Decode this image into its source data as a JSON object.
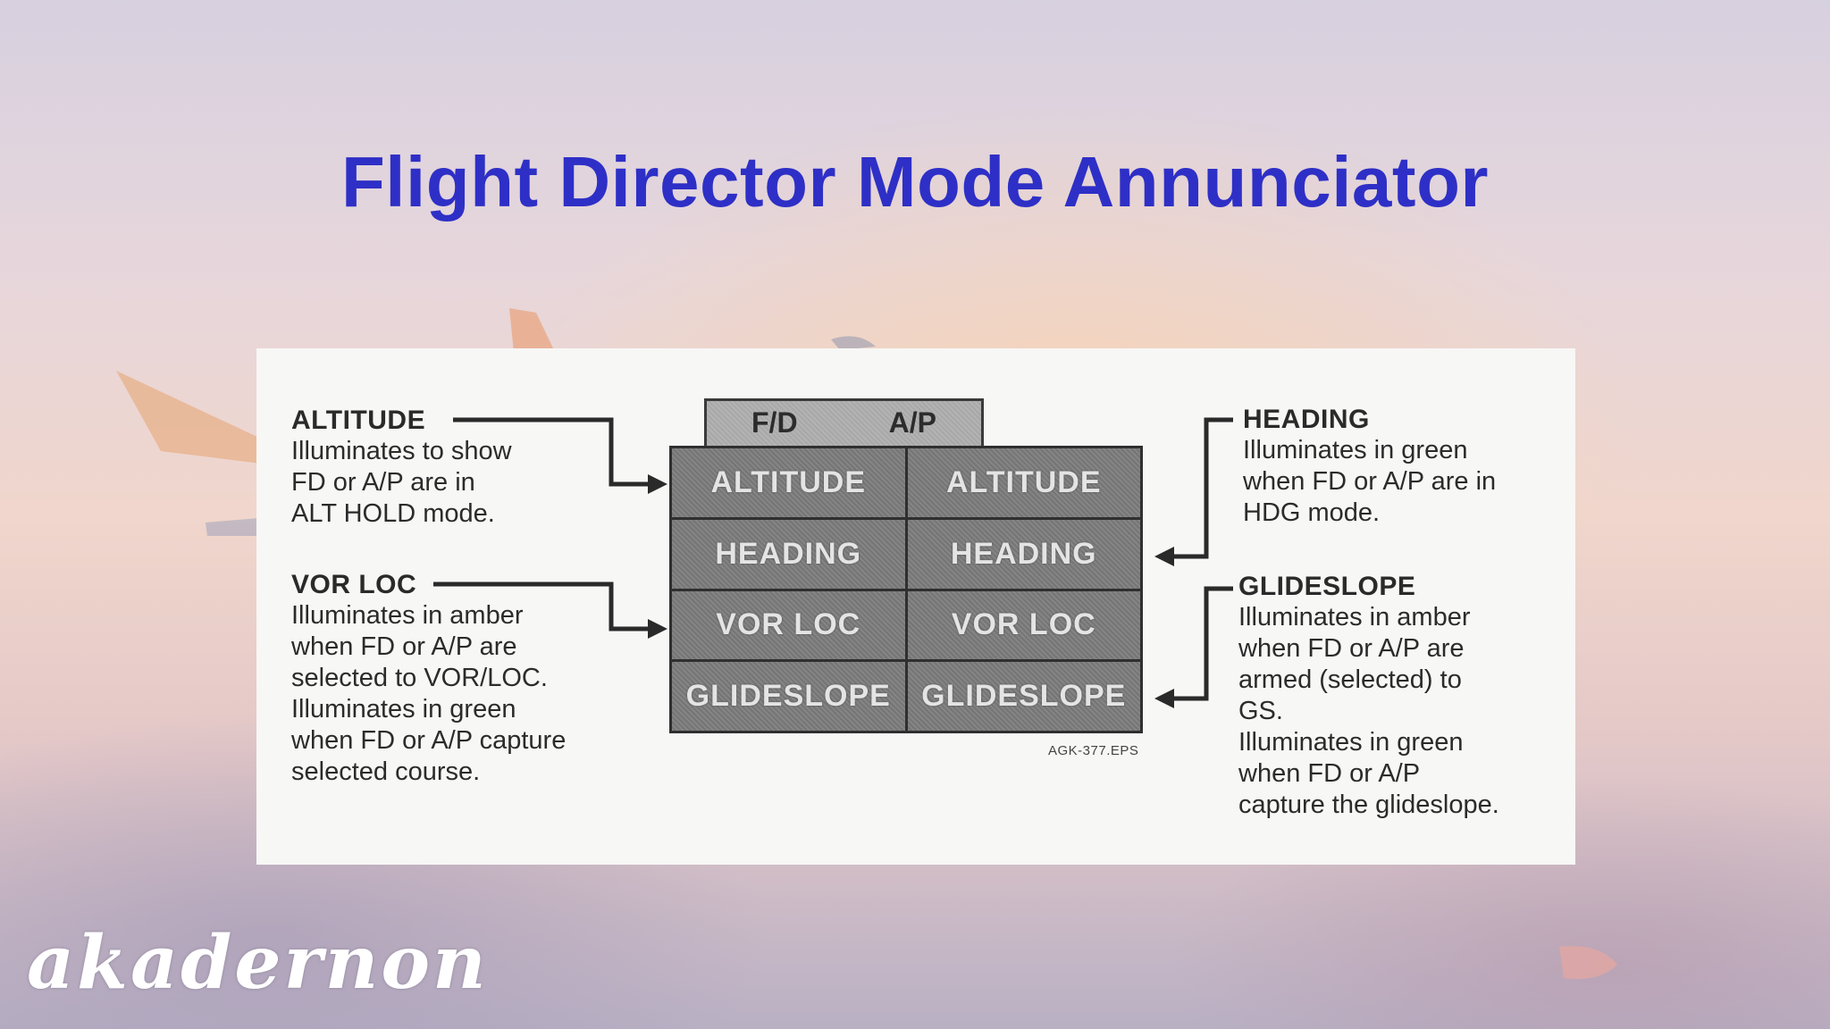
{
  "title": "Flight Director Mode Annunciator",
  "annotations": {
    "altitude": {
      "heading": "ALTITUDE",
      "body": "Illuminates to show\nFD or A/P are in\nALT HOLD mode."
    },
    "vor_loc": {
      "heading": "VOR LOC",
      "body": "Illuminates in amber\nwhen FD or A/P are\nselected to VOR/LOC.\nIlluminates in green\nwhen FD or A/P capture\nselected course."
    },
    "heading": {
      "heading": "HEADING",
      "body": "Illuminates in green\nwhen FD or A/P are in\nHDG mode."
    },
    "glideslope": {
      "heading": "GLIDESLOPE",
      "body": "Illuminates in amber\nwhen FD or A/P are\narmed (selected) to\nGS.\nIlluminates in green\nwhen FD or A/P\ncapture the glideslope."
    }
  },
  "panel_header": {
    "left": "F/D",
    "right": "A/P"
  },
  "annunciator_rows": [
    {
      "fd": "ALTITUDE",
      "ap": "ALTITUDE"
    },
    {
      "fd": "HEADING",
      "ap": "HEADING"
    },
    {
      "fd": "VOR LOC",
      "ap": "VOR LOC"
    },
    {
      "fd": "GLIDESLOPE",
      "ap": "GLIDESLOPE"
    }
  ],
  "figure_id": "AGK-377.EPS",
  "watermark": "akadernon"
}
